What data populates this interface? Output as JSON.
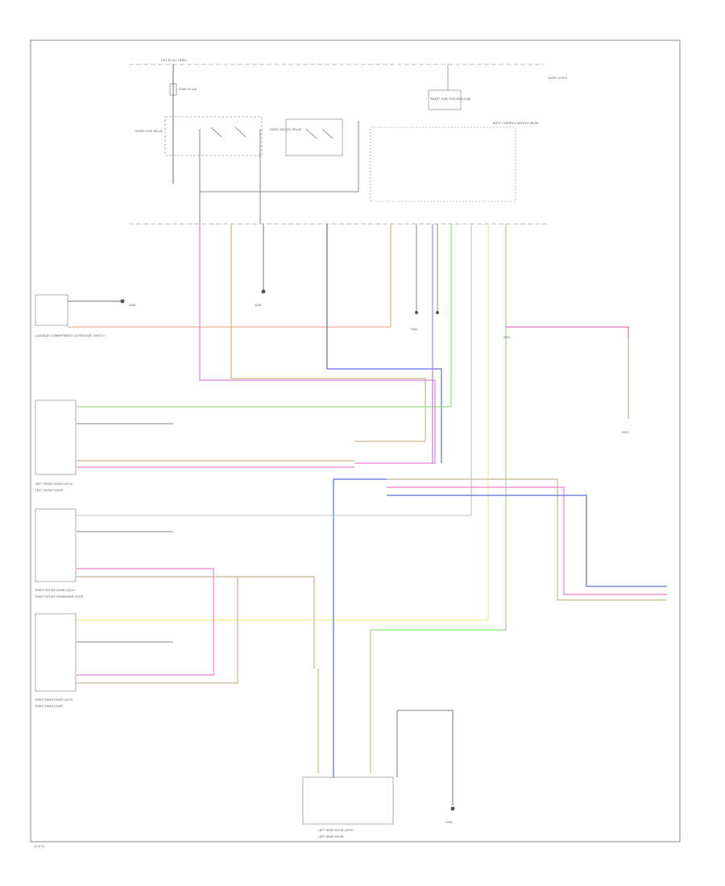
{
  "diagram": {
    "labels": {
      "hot_at_all_times": "HOT AT ALL TIMES",
      "fuse": "FUSE 16 10A",
      "module_top": "SMART JUNCTION BOX (SJB)",
      "bcm": "BODY CONTROL MODULE (BCM)",
      "relay_a": "DOOR LOCK RELAY",
      "relay_b": "DOOR UNLOCK RELAY",
      "ground_top": "G201",
      "ground_left": "G301",
      "luggage_switch": "LUGGAGE COMPARTMENT LID RELEASE SWITCH",
      "lf_door": "LEFT FRONT DOOR LATCH",
      "lf_door_sub": "LEFT FRONT DOOR",
      "rf_door": "RIGHT FRONT DOOR LATCH",
      "rf_door_sub": "RIGHT FRONT PASSENGER DOOR",
      "rr_door": "RIGHT REAR DOOR LATCH",
      "rr_door_sub": "RIGHT REAR DOOR",
      "lr_door": "LEFT REAR DOOR LATCH",
      "lr_door_sub": "LEFT REAR DOOR",
      "ground_bottom": "G302",
      "splice_top": "S301",
      "splice_mid": "S302",
      "splice_right": "S303",
      "to_right": "DOOR LOCKS",
      "footer_code": "12 of 13"
    },
    "wire_colors": {
      "pink": "#f07ad8",
      "orange": "#f4b08a",
      "tan": "#c8b68a",
      "blue": "#5a6ee0",
      "teal": "#3aa0a8",
      "green": "#8fe07a",
      "yellow": "#f0ec8a",
      "violet": "#c07ae6",
      "gray": "#aaaaaa",
      "black": "#333333",
      "magenta": "#e070c8"
    }
  }
}
